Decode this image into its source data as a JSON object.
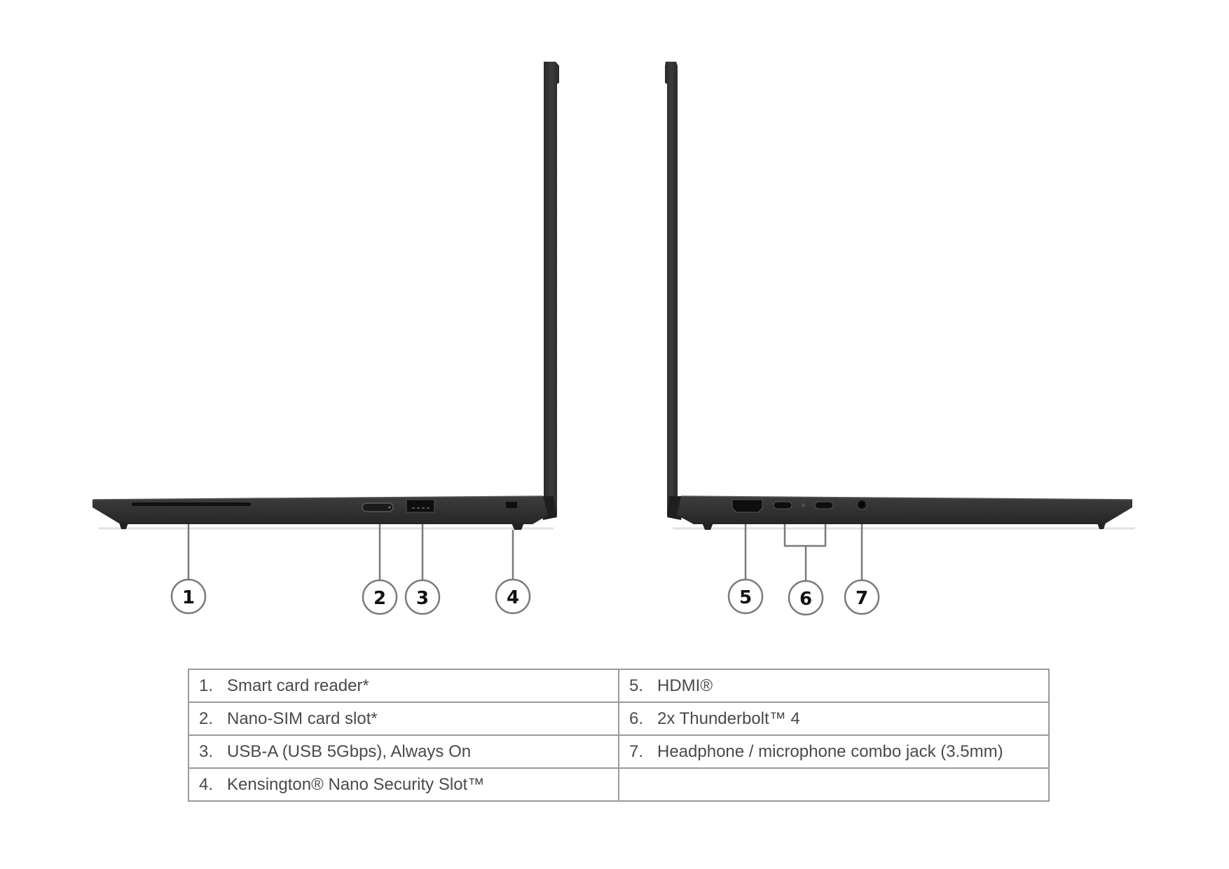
{
  "figure": {
    "left_view": {
      "callouts": [
        {
          "number": "1",
          "port": "smart-card-reader"
        },
        {
          "number": "2",
          "port": "nano-sim-slot"
        },
        {
          "number": "3",
          "port": "usb-a"
        },
        {
          "number": "4",
          "port": "kensington-slot"
        }
      ]
    },
    "right_view": {
      "callouts": [
        {
          "number": "5",
          "port": "hdmi"
        },
        {
          "number": "6",
          "port": "thunderbolt-4-x2"
        },
        {
          "number": "7",
          "port": "audio-jack"
        }
      ]
    },
    "colors": {
      "chassis": "#2f2f2f",
      "chassis_edge": "#454545",
      "callout_line": "#7a7a7a",
      "table_border": "#9a9a9a",
      "text": "#4a4a4a"
    }
  },
  "legend_table": {
    "rows": [
      [
        {
          "num": "1.",
          "label": "Smart card reader*"
        },
        {
          "num": "5.",
          "label": "HDMI®"
        }
      ],
      [
        {
          "num": "2.",
          "label": "Nano-SIM card slot*"
        },
        {
          "num": "6.",
          "label": "2x Thunderbolt™ 4"
        }
      ],
      [
        {
          "num": "3.",
          "label": "USB-A (USB 5Gbps), Always On"
        },
        {
          "num": "7.",
          "label": "Headphone / microphone combo jack (3.5mm)"
        }
      ],
      [
        {
          "num": "4.",
          "label": "Kensington® Nano Security Slot™"
        },
        {
          "num": "",
          "label": ""
        }
      ]
    ]
  }
}
